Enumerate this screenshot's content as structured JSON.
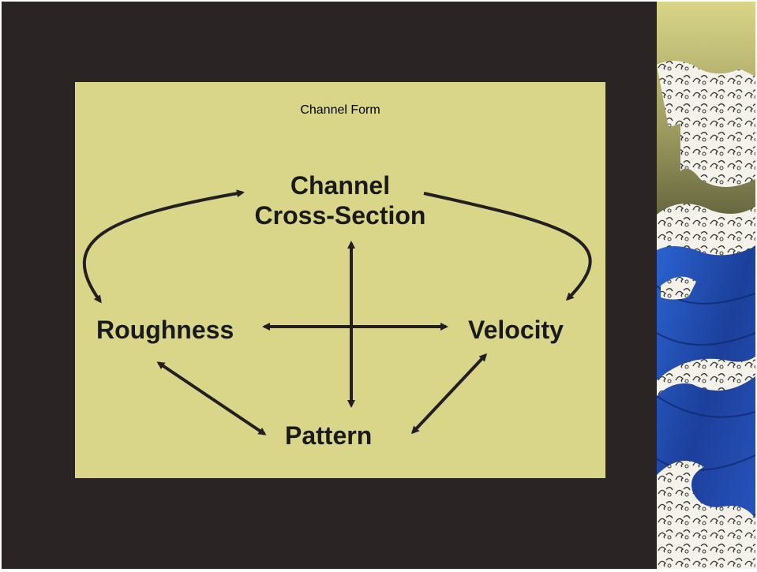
{
  "slide": {
    "title": "Channel Form"
  },
  "diagram": {
    "nodes": [
      {
        "id": "cross-section",
        "line1": "Channel",
        "line2": "Cross-Section"
      },
      {
        "id": "roughness",
        "label": "Roughness"
      },
      {
        "id": "velocity",
        "label": "Velocity"
      },
      {
        "id": "pattern",
        "label": "Pattern"
      }
    ],
    "edges": [
      {
        "from": "roughness",
        "to": "cross-section",
        "type": "curved-bidirectional"
      },
      {
        "from": "cross-section",
        "to": "velocity",
        "type": "curved-directed"
      },
      {
        "from": "roughness",
        "to": "velocity",
        "type": "bidirectional"
      },
      {
        "from": "cross-section",
        "to": "pattern",
        "type": "bidirectional"
      },
      {
        "from": "roughness",
        "to": "pattern",
        "type": "bidirectional"
      },
      {
        "from": "velocity",
        "to": "pattern",
        "type": "bidirectional"
      }
    ]
  },
  "theme": {
    "background": "#2a2425",
    "panel": "#d9d689",
    "arrow": "#231f20",
    "wave_blue": "#1f4fb8",
    "wave_foam": "#f4f2ea"
  }
}
